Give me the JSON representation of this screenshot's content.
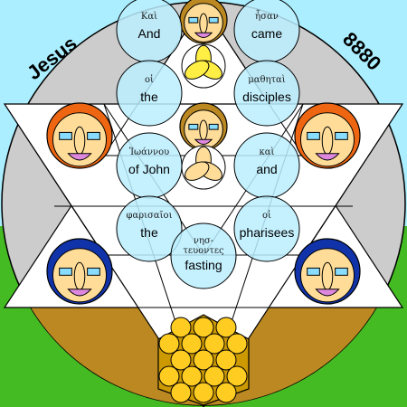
{
  "title": "Jesus",
  "number": "8880",
  "colors": {
    "sky": "#aaeeff",
    "ground_green": "#44bb22",
    "ground_brown": "#bb8822",
    "circle_gray": "#cccccc",
    "triangle": "#ffffff",
    "bubble": "#bbeeff",
    "face_orange": "#ee6611",
    "face_blue": "#1133aa",
    "skin": "#ffdd99",
    "honey": "#ffcc22"
  },
  "words": [
    {
      "greek": "Καὶ",
      "english": "And"
    },
    {
      "greek": "ἦσαν",
      "english": "came"
    },
    {
      "greek": "οἱ",
      "english": "the"
    },
    {
      "greek": "μαθηταὶ",
      "english": "disciples"
    },
    {
      "greek": "Ἰωάννου",
      "english": "of John"
    },
    {
      "greek": "καὶ",
      "english": "and"
    },
    {
      "greek": "φαρισαῖοι",
      "english": "the"
    },
    {
      "greek": "οἱ",
      "english": "pharisees"
    },
    {
      "greek_line1": "νησ-",
      "greek_line2": "τευοντες",
      "english": "fasting"
    }
  ]
}
